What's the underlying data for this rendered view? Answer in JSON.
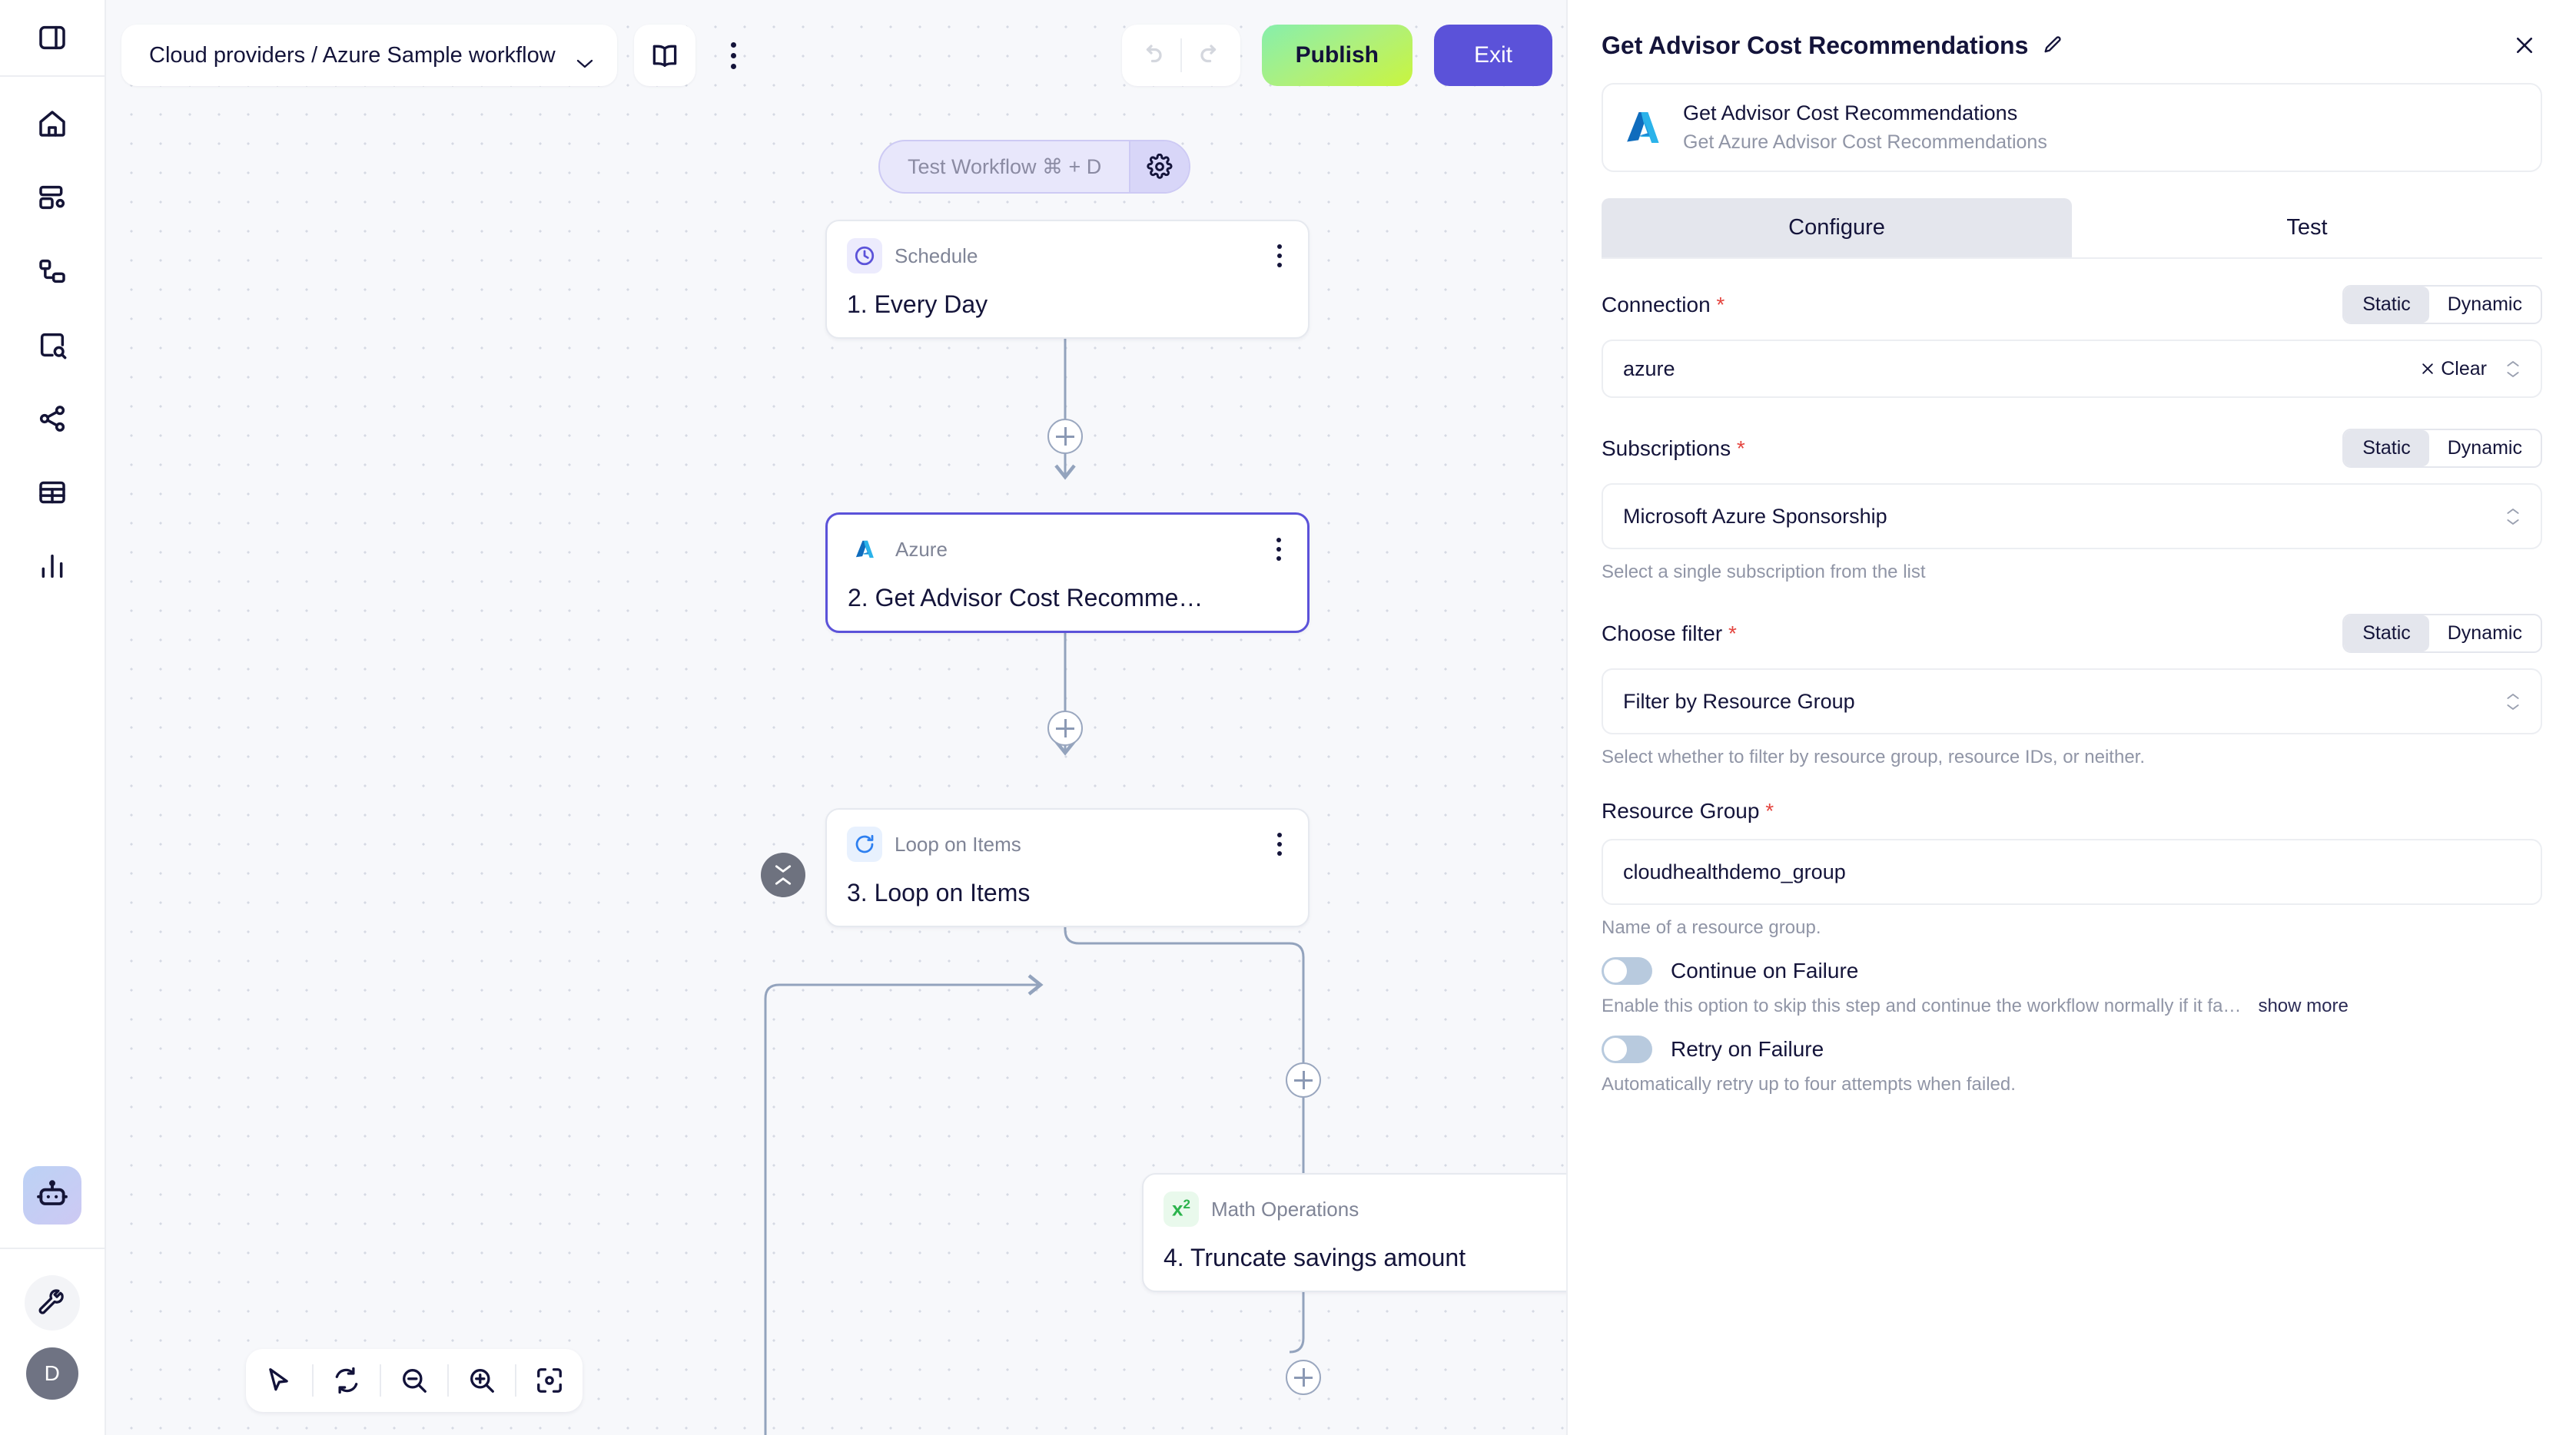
{
  "rail": {
    "toggle_sidebar": "sidebar-toggle",
    "items": [
      {
        "name": "home",
        "label": "Home"
      },
      {
        "name": "dashboard",
        "label": "Dashboard"
      },
      {
        "name": "workflows",
        "label": "Workflows"
      },
      {
        "name": "explore",
        "label": "Explore"
      },
      {
        "name": "integrations",
        "label": "Integrations"
      },
      {
        "name": "tables",
        "label": "Tables"
      },
      {
        "name": "analytics",
        "label": "Analytics"
      }
    ],
    "ai_assistant": "AI Assistant",
    "settings": "Settings",
    "avatar_initial": "D"
  },
  "toolbar": {
    "breadcrumb": "Cloud providers / Azure Sample workflow",
    "docs_label": "Docs",
    "more_label": "More options",
    "undo_label": "Undo",
    "redo_label": "Redo",
    "publish_label": "Publish",
    "exit_label": "Exit",
    "publish_color": "#aef07c",
    "exit_color": "#5b52d9"
  },
  "canvas": {
    "test_workflow_label": "Test Workflow ⌘ + D",
    "test_settings_label": "Test settings",
    "nodes": [
      {
        "kind": "Schedule",
        "title": "1. Every Day",
        "icon": "clock-icon",
        "selected": false
      },
      {
        "kind": "Azure",
        "title": "2. Get Advisor Cost Recomme…",
        "icon": "azure-icon",
        "selected": true
      },
      {
        "kind": "Loop on Items",
        "title": "3. Loop on Items",
        "icon": "loop-icon",
        "selected": false
      },
      {
        "kind": "Math Operations",
        "title": "4. Truncate savings amount",
        "icon": "math-icon",
        "selected": false
      }
    ],
    "add_step_label": "Add step",
    "collapse_label": "Collapse branch",
    "viewtools": [
      {
        "name": "pointer-icon",
        "label": "Select"
      },
      {
        "name": "refresh-icon",
        "label": "Reset"
      },
      {
        "name": "zoom-out-icon",
        "label": "Zoom out"
      },
      {
        "name": "zoom-in-icon",
        "label": "Zoom in"
      },
      {
        "name": "fit-view-icon",
        "label": "Fit view"
      }
    ]
  },
  "panel": {
    "title": "Get Advisor Cost Recommendations",
    "edit_label": "Rename",
    "close_label": "Close",
    "card": {
      "name": "Get Advisor Cost Recommendations",
      "description": "Get Azure Advisor Cost Recommendations"
    },
    "tabs": [
      {
        "label": "Configure",
        "active": true
      },
      {
        "label": "Test",
        "active": false
      }
    ],
    "mode_static": "Static",
    "mode_dynamic": "Dynamic",
    "fields": [
      {
        "label": "Connection",
        "required": true,
        "mode": "Static",
        "value": "azure",
        "clear_label": "Clear",
        "hint": ""
      },
      {
        "label": "Subscriptions",
        "required": true,
        "mode": "Static",
        "value": "Microsoft Azure Sponsorship",
        "hint": "Select a single subscription from the list"
      },
      {
        "label": "Choose filter",
        "required": true,
        "mode": "Static",
        "value": "Filter by Resource Group",
        "hint": "Select whether to filter by resource group, resource IDs, or neither."
      },
      {
        "label": "Resource Group",
        "required": true,
        "mode": "",
        "value": "cloudhealthdemo_group",
        "hint": "Name of a resource group."
      }
    ],
    "toggles": [
      {
        "label": "Continue on Failure",
        "on": false,
        "hint": "Enable this option to skip this step and continue the workflow normally if it fa…",
        "show_more": "show more"
      },
      {
        "label": "Retry on Failure",
        "on": false,
        "hint": "Automatically retry up to four attempts when failed.",
        "show_more": ""
      }
    ]
  }
}
